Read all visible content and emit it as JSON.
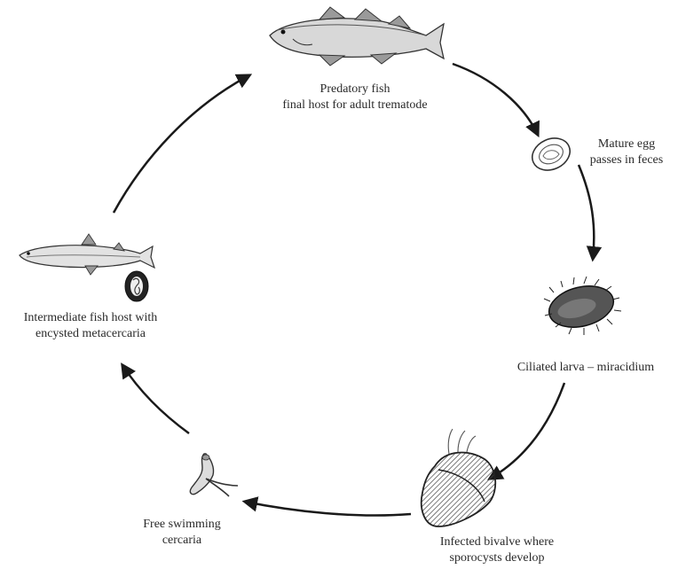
{
  "diagram": {
    "stages": [
      {
        "id": "predatory-fish",
        "lines": [
          "Predatory fish",
          "final host for adult trematode"
        ]
      },
      {
        "id": "mature-egg",
        "lines": [
          "Mature egg",
          "passes in feces"
        ]
      },
      {
        "id": "miracidium",
        "lines": [
          "Ciliated larva – miracidium"
        ]
      },
      {
        "id": "bivalve",
        "lines": [
          "Infected bivalve where",
          "sporocysts develop"
        ]
      },
      {
        "id": "cercaria",
        "lines": [
          "Free swimming",
          "cercaria"
        ]
      },
      {
        "id": "intermediate-fish",
        "lines": [
          "Intermediate fish host with",
          "encysted metacercaria"
        ]
      }
    ],
    "icons": [
      "cod-fish-icon",
      "egg-icon",
      "ciliated-larva-icon",
      "mussel-icon",
      "cercaria-icon",
      "small-fish-icon",
      "metacercaria-cyst-icon"
    ],
    "colors": {
      "ink": "#1a1a1a",
      "text": "#2a2a2a"
    }
  }
}
